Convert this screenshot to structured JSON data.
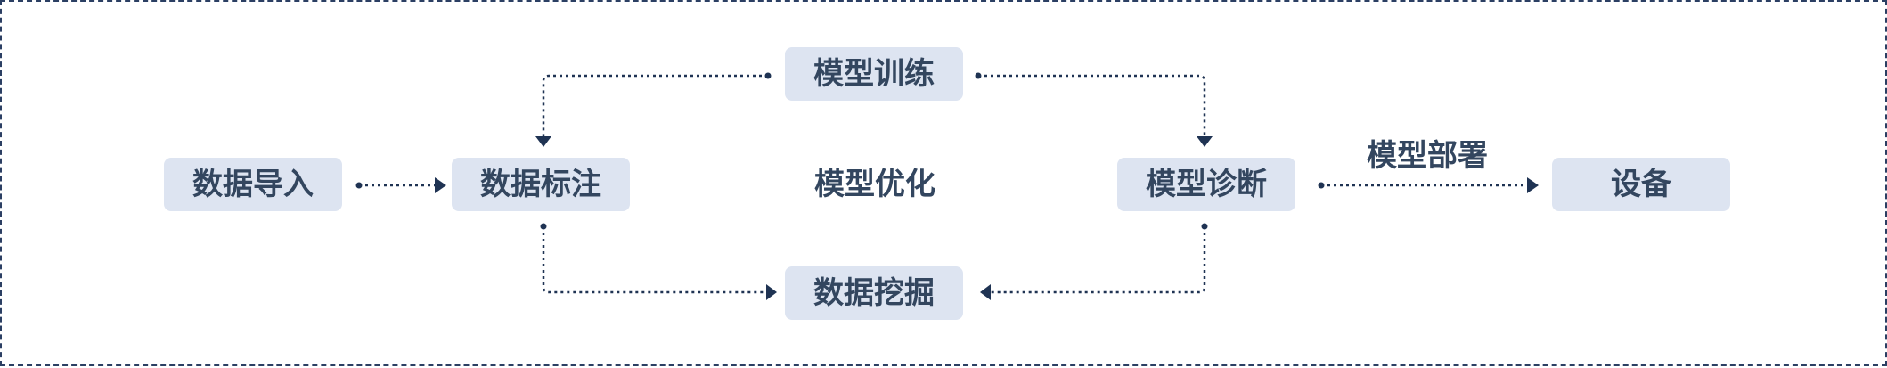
{
  "diagram": {
    "nodes": {
      "data_import": "数据导入",
      "data_labeling": "数据标注",
      "model_training": "模型训练",
      "model_diagnosis": "模型诊断",
      "data_mining": "数据挖掘",
      "device": "设备"
    },
    "labels": {
      "model_optimization": "模型优化",
      "model_deployment": "模型部署"
    },
    "colors": {
      "node_fill": "#dde4f1",
      "text": "#33465f",
      "connector": "#1f3353",
      "border": "#2b3f63"
    }
  }
}
